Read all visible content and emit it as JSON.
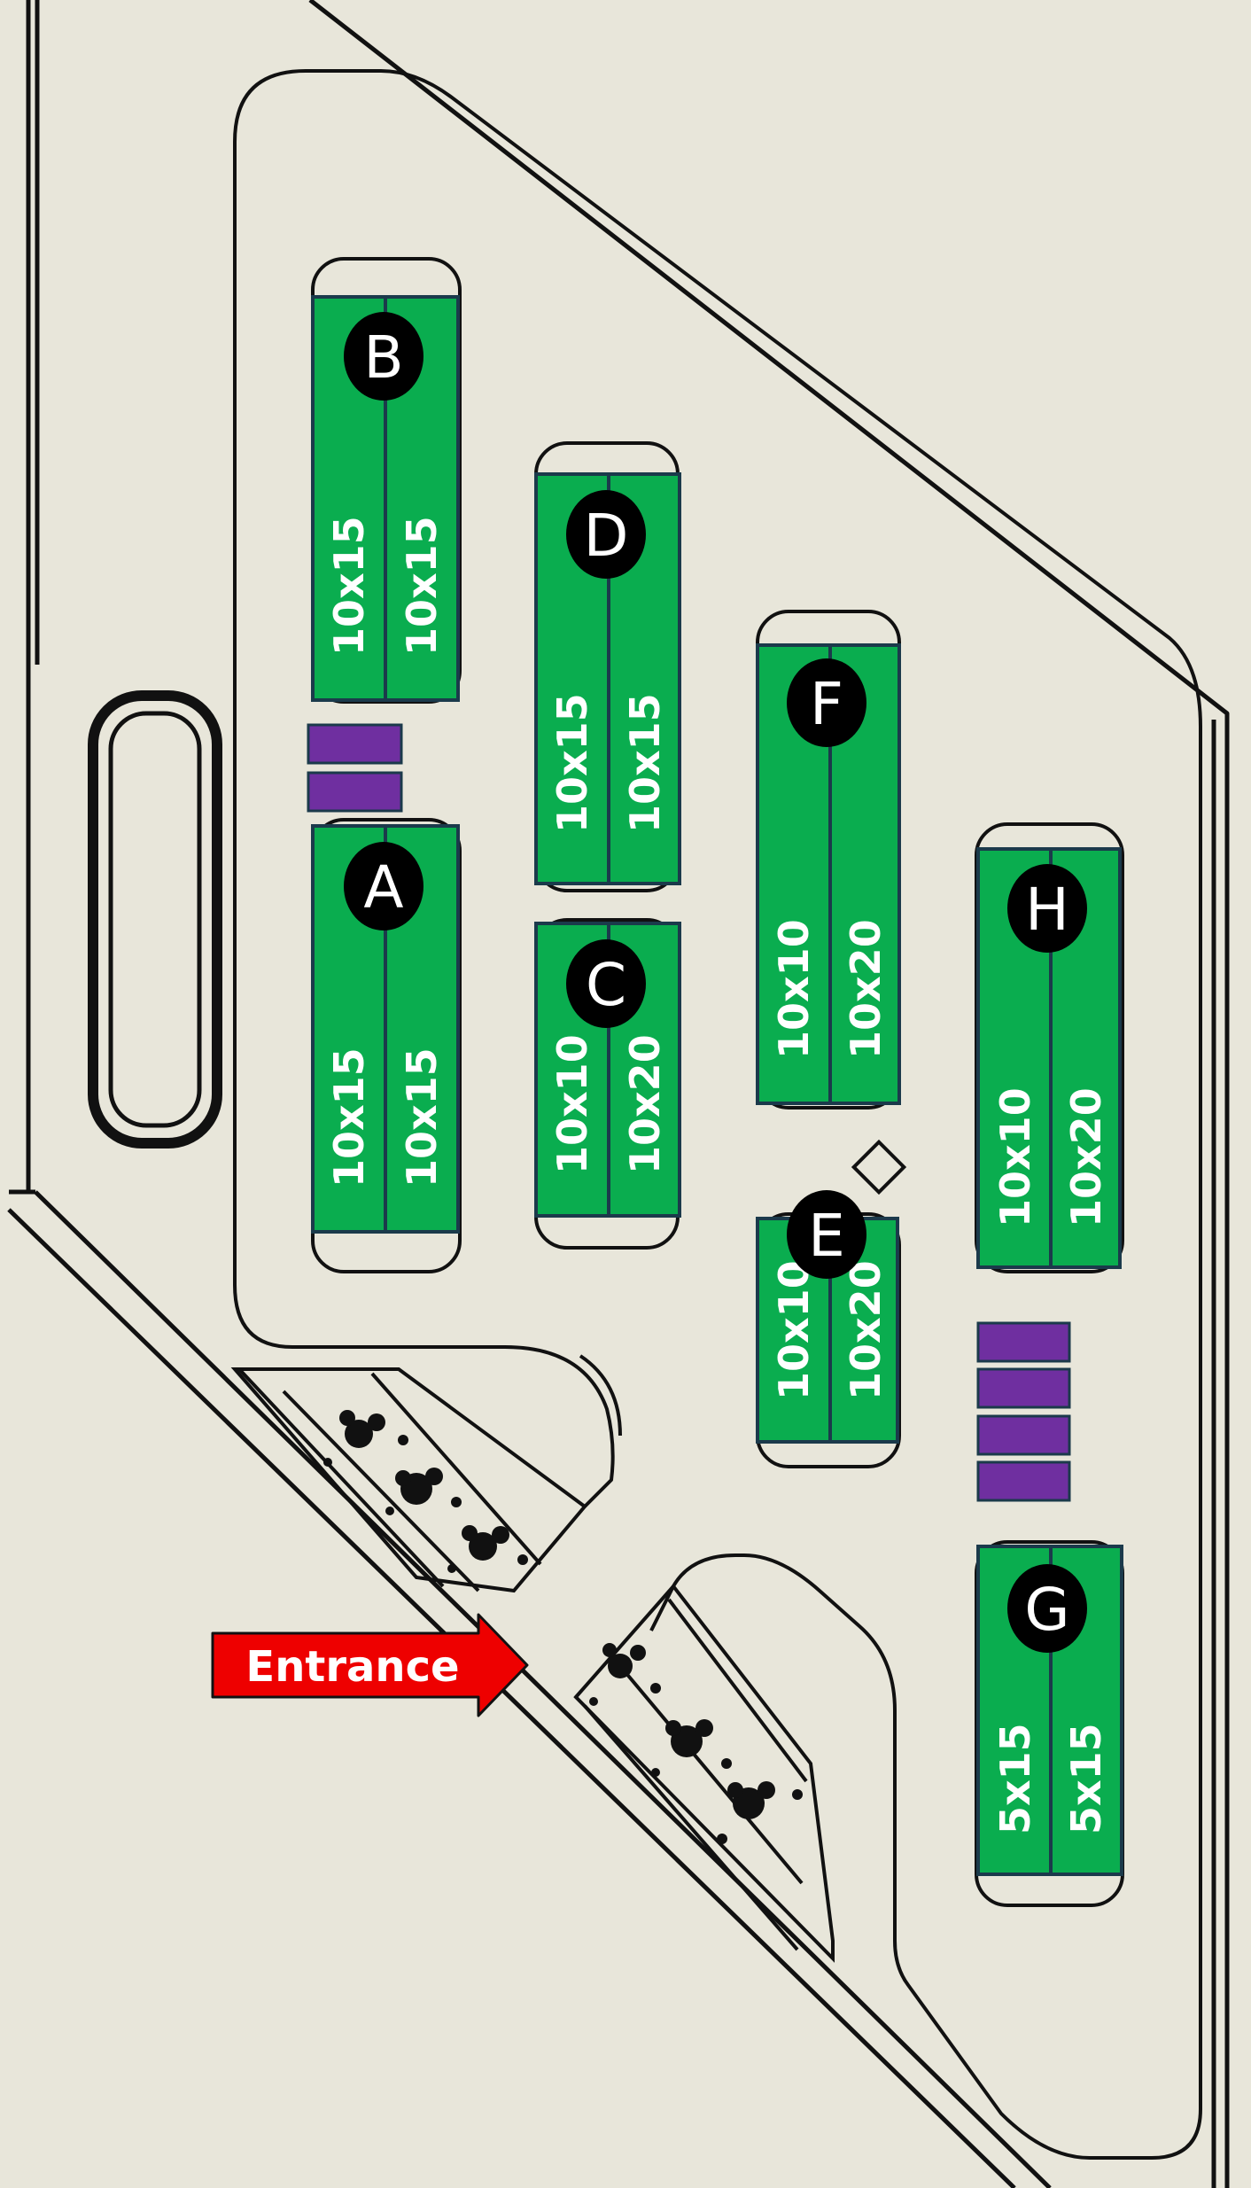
{
  "colors": {
    "background": "#e8e6da",
    "unit_fill": "#0aad4f",
    "unit_stroke": "#1b3a4b",
    "reserved_fill": "#6f2fa0",
    "line": "#111111",
    "label_circle": "#000000",
    "entrance_arrow": "#ee0000"
  },
  "entrance": {
    "label": "Entrance",
    "icon": "arrow-right-icon"
  },
  "buildings": {
    "A": {
      "label": "A",
      "units": [
        "10x15",
        "10x15"
      ]
    },
    "B": {
      "label": "B",
      "units": [
        "10x15",
        "10x15"
      ]
    },
    "C": {
      "label": "C",
      "units": [
        "10x10",
        "10x20"
      ]
    },
    "D": {
      "label": "D",
      "units": [
        "10x15",
        "10x15"
      ]
    },
    "E": {
      "label": "E",
      "units": [
        "10x10",
        "10x20"
      ]
    },
    "F": {
      "label": "F",
      "units": [
        "10x10",
        "10x20"
      ]
    },
    "G": {
      "label": "G",
      "units": [
        "5x15",
        "5x15"
      ]
    },
    "H": {
      "label": "H",
      "units": [
        "10x10",
        "10x20"
      ]
    }
  }
}
